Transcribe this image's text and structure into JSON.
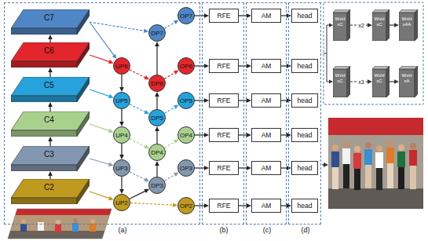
{
  "diagram": {
    "nodes": [
      {
        "text": [
          "(a)"
        ]
      },
      {
        "text": [
          "C7"
        ],
        "in": 0
      },
      {
        "text": [
          "C6"
        ],
        "in": 0
      },
      {
        "text": [
          "C5"
        ],
        "in": 0
      },
      {
        "text": [
          "C4"
        ],
        "in": 0
      },
      {
        "text": [
          "C3"
        ],
        "in": 0
      },
      {
        "text": [
          "C2"
        ],
        "in": 0
      },
      {
        "text": [
          "OP7"
        ],
        "in": 0
      },
      {
        "text": [
          "DP7"
        ],
        "in": 0
      },
      {
        "text": [
          "UP6"
        ],
        "in": 0
      },
      {
        "text": [
          "OP6"
        ],
        "in": 0
      },
      {
        "text": [
          "DP6"
        ],
        "in": 0
      },
      {
        "text": [
          "UP5"
        ],
        "in": 0
      },
      {
        "text": [
          "OP5"
        ],
        "in": 0
      },
      {
        "text": [
          "DP5"
        ],
        "in": 0
      },
      {
        "text": [
          "UP4"
        ],
        "in": 0
      },
      {
        "text": [
          "OP4"
        ],
        "in": 0
      },
      {
        "text": [
          "DP4"
        ],
        "in": 0
      },
      {
        "text": [
          "UP3"
        ],
        "in": 0
      },
      {
        "text": [
          "OP3"
        ],
        "in": 0
      },
      {
        "text": [
          "DP3"
        ],
        "in": 0
      },
      {
        "text": [
          "UP2"
        ],
        "in": 0
      },
      {
        "text": [
          "OP2"
        ],
        "in": 0
      },
      {
        "text": [
          "(b)"
        ]
      },
      {
        "text": [
          "RFE"
        ],
        "in": 23
      },
      {
        "text": [
          "RFE"
        ],
        "in": 23
      },
      {
        "text": [
          "RFE"
        ],
        "in": 23
      },
      {
        "text": [
          "RFE"
        ],
        "in": 23
      },
      {
        "text": [
          "RFE"
        ],
        "in": 23
      },
      {
        "text": [
          "RFE"
        ],
        "in": 23
      },
      {
        "text": [
          "(c)"
        ]
      },
      {
        "text": [
          "AM"
        ],
        "in": 30
      },
      {
        "text": [
          "AM"
        ],
        "in": 30
      },
      {
        "text": [
          "AM"
        ],
        "in": 30
      },
      {
        "text": [
          "AM"
        ],
        "in": 30
      },
      {
        "text": [
          "AM"
        ],
        "in": 30
      },
      {
        "text": [
          "AM"
        ],
        "in": 30
      },
      {
        "text": [
          "(d)"
        ]
      },
      {
        "text": [
          "head"
        ],
        "in": 37
      },
      {
        "text": [
          "head"
        ],
        "in": 37
      },
      {
        "text": [
          "head"
        ],
        "in": 37
      },
      {
        "text": [
          "head"
        ],
        "in": 37
      },
      {
        "text": [
          "head"
        ],
        "in": 37
      },
      {
        "text": [
          "head"
        ],
        "in": 37
      },
      {
        "text": [
          "WxH xC"
        ]
      },
      {
        "text": [
          "WxH xC"
        ]
      },
      {
        "text": [
          "WxH x4A"
        ]
      },
      {
        "text": [
          "WxH xC"
        ]
      },
      {
        "text": [
          "WxH xC"
        ]
      },
      {
        "text": [
          "WxH xA"
        ]
      }
    ],
    "edges": [
      {
        "from": 6,
        "to": 5,
        "arrow": "to"
      },
      {
        "from": 5,
        "to": 4,
        "arrow": "to"
      },
      {
        "from": 4,
        "to": 3,
        "arrow": "to"
      },
      {
        "from": 3,
        "to": 2,
        "arrow": "to"
      },
      {
        "from": 2,
        "to": 1,
        "arrow": "to"
      },
      {
        "from": 1,
        "to": 9,
        "arrow": "to"
      },
      {
        "from": 2,
        "to": 9,
        "arrow": "to"
      },
      {
        "from": 3,
        "to": 12,
        "arrow": "to"
      },
      {
        "from": 4,
        "to": 15,
        "arrow": "to"
      },
      {
        "from": 5,
        "to": 18,
        "arrow": "to"
      },
      {
        "from": 6,
        "to": 21,
        "arrow": "to"
      },
      {
        "from": 1,
        "to": 8,
        "arrow": "to"
      },
      {
        "from": 9,
        "to": 12,
        "arrow": "to"
      },
      {
        "from": 12,
        "to": 15,
        "arrow": "to"
      },
      {
        "from": 15,
        "to": 18,
        "arrow": "to"
      },
      {
        "from": 18,
        "to": 21,
        "arrow": "to"
      },
      {
        "from": 21,
        "to": 20,
        "arrow": "to"
      },
      {
        "from": 20,
        "to": 17,
        "arrow": "to"
      },
      {
        "from": 17,
        "to": 14,
        "arrow": "to"
      },
      {
        "from": 14,
        "to": 11,
        "arrow": "to"
      },
      {
        "from": 11,
        "to": 8,
        "arrow": "to"
      },
      {
        "from": 9,
        "to": 11,
        "arrow": "to"
      },
      {
        "from": 12,
        "to": 14,
        "arrow": "to"
      },
      {
        "from": 15,
        "to": 17,
        "arrow": "to"
      },
      {
        "from": 18,
        "to": 20,
        "arrow": "to"
      },
      {
        "from": 8,
        "to": 7,
        "arrow": "to"
      },
      {
        "from": 11,
        "to": 10,
        "arrow": "to"
      },
      {
        "from": 14,
        "to": 13,
        "arrow": "to"
      },
      {
        "from": 17,
        "to": 16,
        "arrow": "to"
      },
      {
        "from": 20,
        "to": 19,
        "arrow": "to"
      },
      {
        "from": 21,
        "to": 22,
        "arrow": "to"
      },
      {
        "from": 7,
        "to": 24,
        "arrow": "to"
      },
      {
        "from": 10,
        "to": 25,
        "arrow": "to"
      },
      {
        "from": 13,
        "to": 26,
        "arrow": "to"
      },
      {
        "from": 16,
        "to": 27,
        "arrow": "to"
      },
      {
        "from": 19,
        "to": 28,
        "arrow": "to"
      },
      {
        "from": 22,
        "to": 29,
        "arrow": "to"
      },
      {
        "from": 24,
        "to": 31,
        "arrow": "to"
      },
      {
        "from": 25,
        "to": 32,
        "arrow": "to"
      },
      {
        "from": 26,
        "to": 33,
        "arrow": "to"
      },
      {
        "from": 27,
        "to": 34,
        "arrow": "to"
      },
      {
        "from": 28,
        "to": 35,
        "arrow": "to"
      },
      {
        "from": 29,
        "to": 36,
        "arrow": "to"
      },
      {
        "from": 31,
        "to": 38,
        "arrow": "to"
      },
      {
        "from": 32,
        "to": 39,
        "arrow": "to"
      },
      {
        "from": 33,
        "to": 40,
        "arrow": "to"
      },
      {
        "from": 34,
        "to": 41,
        "arrow": "to"
      },
      {
        "from": 35,
        "to": 42,
        "arrow": "to"
      },
      {
        "from": 36,
        "to": 43,
        "arrow": "to"
      },
      {
        "from": 44,
        "to": 45,
        "label": "x2",
        "arrow": "to"
      },
      {
        "from": 45,
        "to": 46,
        "arrow": "to"
      },
      {
        "from": 47,
        "to": 48,
        "label": "x3",
        "arrow": "to"
      },
      {
        "from": 48,
        "to": 49,
        "arrow": "to"
      }
    ]
  }
}
